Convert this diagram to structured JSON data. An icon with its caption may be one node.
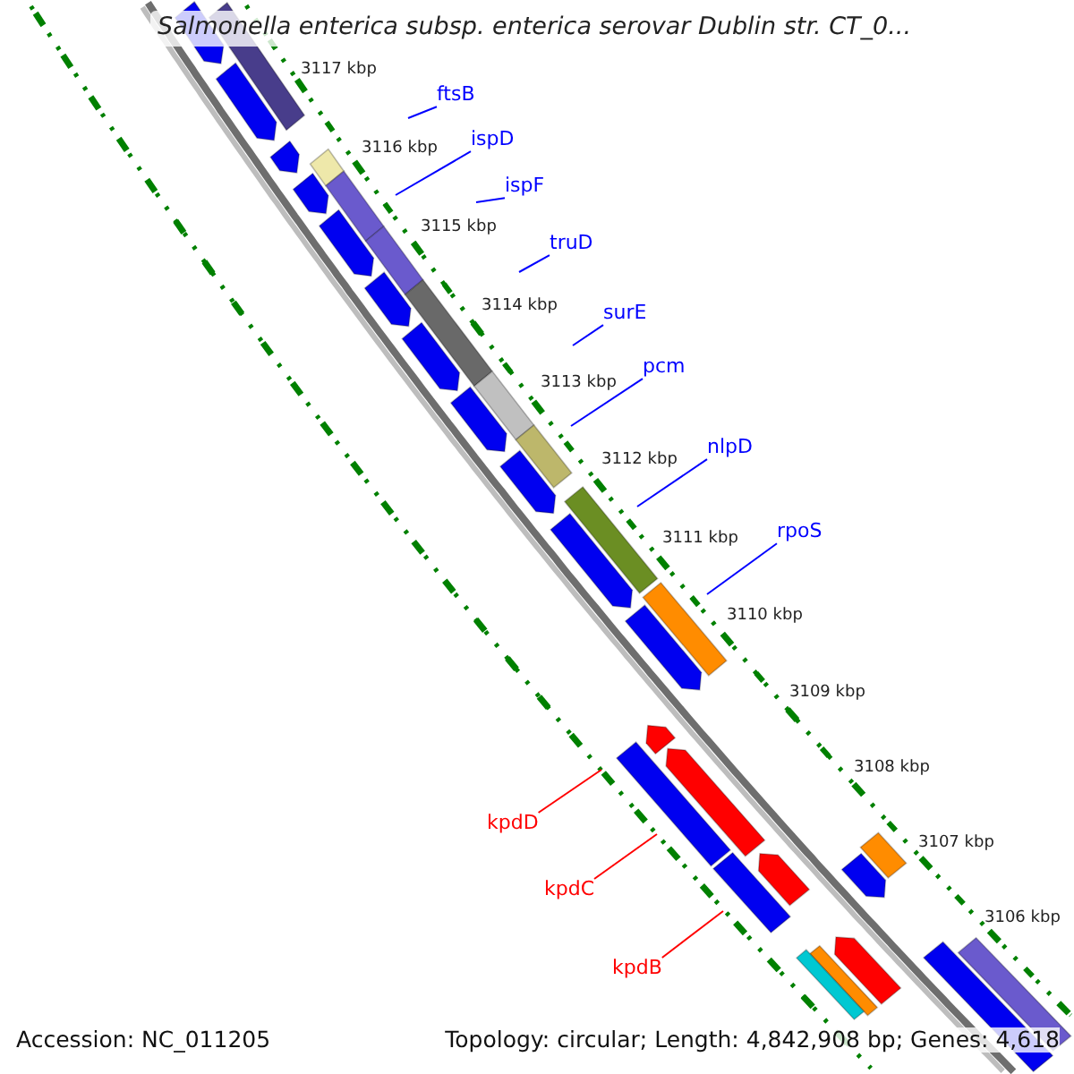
{
  "diagram": {
    "title": "Salmonella enterica subsp. enterica serovar Dublin str. CT_0...",
    "nodes": [
      {
        "text": [
          "ftsB"
        ]
      },
      {
        "text": [
          "ispD"
        ]
      },
      {
        "text": [
          "ispF"
        ]
      },
      {
        "text": [
          "truD"
        ]
      },
      {
        "text": [
          "surE"
        ]
      },
      {
        "text": [
          "pcm"
        ]
      },
      {
        "text": [
          "nlpD"
        ]
      },
      {
        "text": [
          "rpoS"
        ]
      },
      {
        "text": [
          "kpdD"
        ]
      },
      {
        "text": [
          "kpdC"
        ]
      },
      {
        "text": [
          "kpdB"
        ]
      }
    ],
    "edges": [
      {
        "from": 0,
        "to": null,
        "arrow": "none"
      },
      {
        "from": 1,
        "to": null,
        "arrow": "none"
      },
      {
        "from": 2,
        "to": null,
        "arrow": "none"
      },
      {
        "from": 3,
        "to": null,
        "arrow": "none"
      },
      {
        "from": 4,
        "to": null,
        "arrow": "none"
      },
      {
        "from": 5,
        "to": null,
        "arrow": "none"
      },
      {
        "from": 6,
        "to": null,
        "arrow": "none"
      },
      {
        "from": 7,
        "to": null,
        "arrow": "none"
      },
      {
        "from": 8,
        "to": null,
        "arrow": "none",
        "color": "#ff0000"
      },
      {
        "from": 9,
        "to": null,
        "arrow": "none",
        "color": "#ff0000"
      },
      {
        "from": 10,
        "to": null,
        "arrow": "none",
        "color": "#ff0000"
      }
    ],
    "labels": [
      "3117 kbp",
      "3116 kbp",
      "3115 kbp",
      "3114 kbp",
      "3113 kbp",
      "3112 kbp",
      "3111 kbp",
      "3110 kbp",
      "3109 kbp",
      "3108 kbp",
      "3107 kbp",
      "3106 kbp",
      "Accession: NC_011205",
      "Topology: circular; Length: 4,842,908 bp; Genes: 4,618"
    ]
  }
}
